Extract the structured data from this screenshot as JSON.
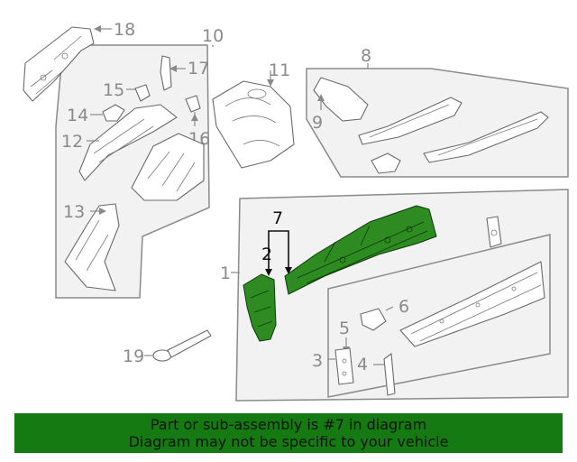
{
  "callouts": {
    "c1": "1",
    "c2": "2",
    "c3": "3",
    "c4": "4",
    "c5": "5",
    "c6": "6",
    "c7": "7",
    "c8": "8",
    "c9": "9",
    "c10": "10",
    "c11": "11",
    "c12": "12",
    "c13": "13",
    "c14": "14",
    "c15": "15",
    "c16": "16",
    "c17": "17",
    "c18": "18",
    "c19": "19"
  },
  "banner": {
    "line1": "Part or sub-assembly is #7 in diagram",
    "line2": "Diagram may not be specific to your vehicle"
  },
  "colors": {
    "highlight": "#2e8b22",
    "banner_bg": "#157a12",
    "panel_bg": "#f2f2f2"
  }
}
